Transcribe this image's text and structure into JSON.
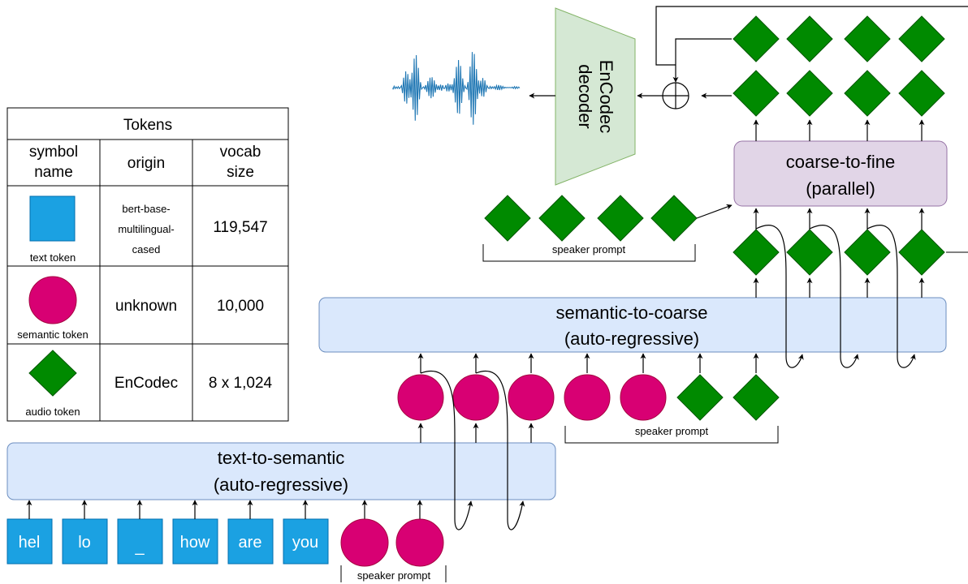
{
  "legend": {
    "title": "Tokens",
    "headers": [
      "symbol name",
      "origin",
      "vocab size"
    ],
    "header_lines": [
      [
        "symbol",
        "name"
      ],
      [
        "origin"
      ],
      [
        "vocab",
        "size"
      ]
    ],
    "rows": [
      {
        "symbol": "text token",
        "origin": "bert-base-multilingual-cased",
        "origin_lines": [
          "bert-base-",
          "multilingual-",
          "cased"
        ],
        "vocab": "119,547",
        "shape": "square",
        "color": "#1ba1e2"
      },
      {
        "symbol": "semantic token",
        "origin": "unknown",
        "origin_lines": [
          "unknown"
        ],
        "vocab": "10,000",
        "shape": "circle",
        "color": "#d80073"
      },
      {
        "symbol": "audio token",
        "origin": "EnCodec",
        "origin_lines": [
          "EnCodec"
        ],
        "vocab": "8 x 1,024",
        "shape": "diamond",
        "color": "#008a00"
      }
    ]
  },
  "colors": {
    "text_token": "#1ba1e2",
    "semantic_token": "#d80073",
    "audio_token": "#008a00",
    "block_fill": "#dae8fc",
    "block_stroke": "#6c8ebf",
    "c2f_fill": "#e1d5e7",
    "c2f_stroke": "#9673a6",
    "decoder_fill": "#d5e8d4",
    "decoder_stroke": "#82b366",
    "waveform": "#1f77b4"
  },
  "text_tokens": [
    "hel",
    "lo",
    "_",
    "how",
    "are",
    "you"
  ],
  "blocks": {
    "text_to_semantic": [
      "text-to-semantic",
      "(auto-regressive)"
    ],
    "semantic_to_coarse": [
      "semantic-to-coarse",
      "(auto-regressive)"
    ],
    "coarse_to_fine": [
      "coarse-to-fine",
      "(parallel)"
    ],
    "decoder": [
      "EnCodec",
      "decoder"
    ]
  },
  "speaker_prompt_label": "speaker prompt",
  "icons": [
    "waveform-icon",
    "sum-icon",
    "arrow-icon"
  ]
}
